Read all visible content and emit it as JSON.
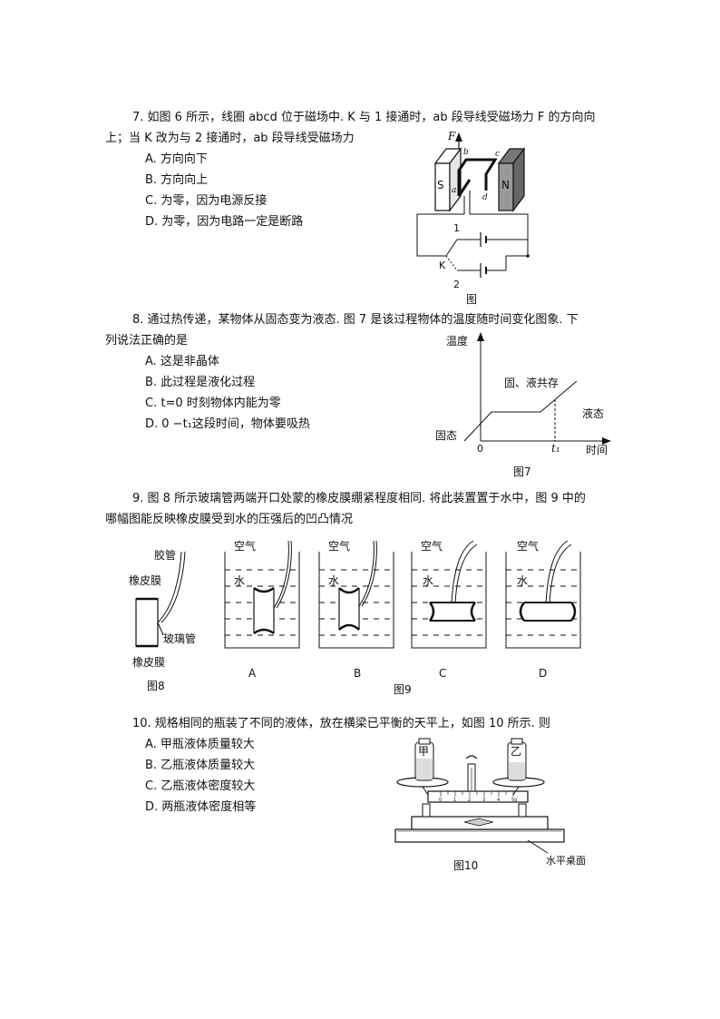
{
  "q7": {
    "stem_line1": "7. 如图 6 所示，线圈 abcd 位于磁场中. K 与 1 接通时，ab 段导线受磁场力 F 的方向向",
    "stem_line2": "上；当 K 改为与 2 接通时，ab 段导线受磁场力",
    "options": [
      "A. 方向向下",
      "B. 方向向上",
      "C. 为零，因为电源反接",
      "D. 为零，因为电路一定是断路"
    ],
    "figure": {
      "force_label": "F",
      "s_pole": "S",
      "n_pole": "N",
      "labels": [
        "a",
        "b",
        "c",
        "d"
      ],
      "switch_label": "K",
      "contact1": "1",
      "contact2": "2",
      "caption": "图"
    }
  },
  "q8": {
    "stem_line1": "8. 通过热传递，某物体从固态变为液态. 图 7 是该过程物体的温度随时间变化图象. 下",
    "stem_line2": "列说法正确的是",
    "options": [
      "A. 这是非晶体",
      "B. 此过程是液化过程",
      "C. t=0 时刻物体内能为零",
      "D. 0 −t₁这段时间，物体要吸热"
    ],
    "figure": {
      "ylabel": "温度",
      "xlabel": "时间",
      "origin": "0",
      "t1": "t₁",
      "solid": "固态",
      "mixed": "固、液共存",
      "liquid": "液态",
      "caption": "图7"
    }
  },
  "q9": {
    "stem_line1": "9. 图 8 所示玻璃管两端开口处蒙的橡皮膜绷紧程度相同. 将此装置置于水中，图 9 中的",
    "stem_line2": "哪幅图能反映橡皮膜受到水的压强后的凹凸情况",
    "fig8": {
      "hose": "胶管",
      "membrane_top": "橡皮膜",
      "tube": "玻璃管",
      "membrane_bottom": "橡皮膜",
      "caption": "图8"
    },
    "fig9": {
      "air": "空气",
      "water": "水",
      "letters": [
        "A",
        "B",
        "C",
        "D"
      ],
      "caption": "图9"
    }
  },
  "q10": {
    "stem_line1": "10. 规格相同的瓶装了不同的液体，放在横梁已平衡的天平上，如图 10 所示. 则",
    "options": [
      "A. 甲瓶液体质量较大",
      "B. 乙瓶液体质量较大",
      "C. 乙瓶液体密度较大",
      "D. 两瓶液体密度相等"
    ],
    "figure": {
      "jia": "甲",
      "yi": "乙",
      "scale": [
        "0",
        "1",
        "2",
        "3",
        "4",
        "5g"
      ],
      "table": "水平桌面",
      "caption": "图10"
    }
  }
}
